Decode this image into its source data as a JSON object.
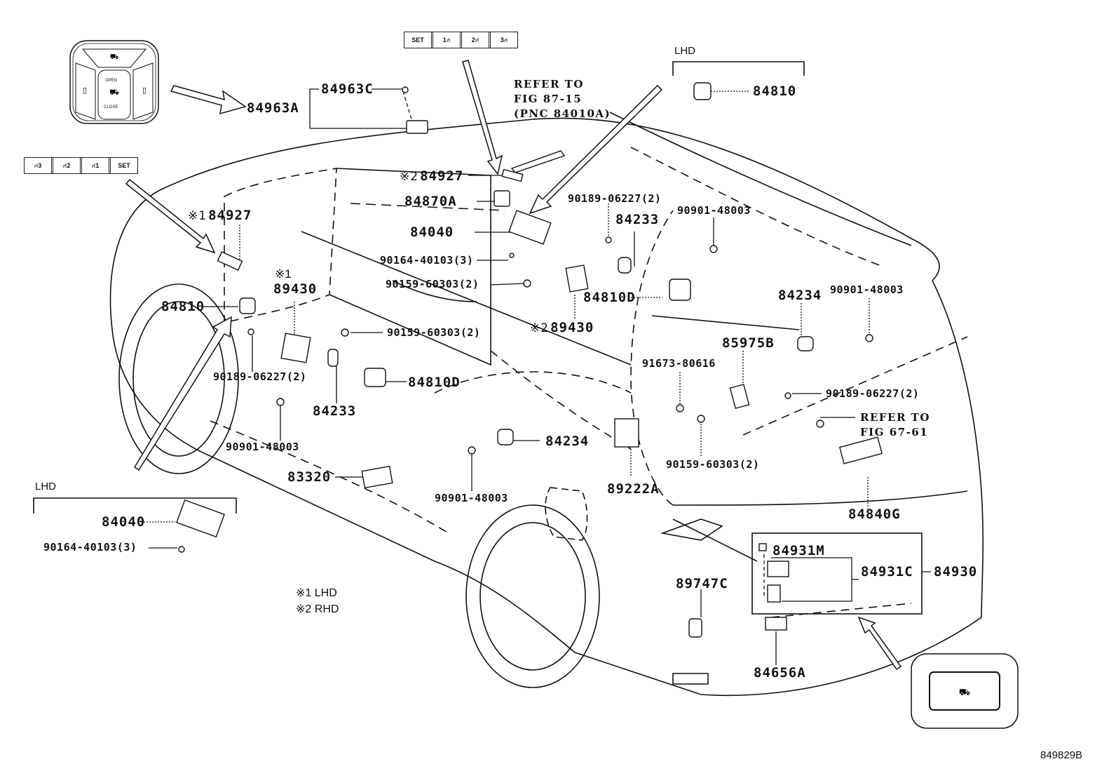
{
  "figure_id": "849829B",
  "footnotes": [
    {
      "mark": "※1",
      "text": "LHD"
    },
    {
      "mark": "※2",
      "text": "RHD"
    }
  ],
  "lhd_labels": {
    "top": "LHD",
    "bottom": "LHD"
  },
  "button_rows": {
    "left": [
      "3",
      "2",
      "1",
      "SET"
    ],
    "top": [
      "SET",
      "1",
      "2",
      "3"
    ]
  },
  "remote_switch": {
    "open": "OPEN",
    "close": "CLOSE"
  },
  "refers": {
    "fig87": "REFER TO\nFIG 87-15\n(PNC 84010A)",
    "fig67": "REFER TO\nFIG 67-61"
  },
  "parts": {
    "p84963C": "84963C",
    "p84963A": "84963A",
    "p84810_lhd": "84810",
    "p84927_rhd": "84927",
    "p84870A": "84870A",
    "p84040": "84040",
    "p90164_a": "90164-40103(3)",
    "p90159_a": "90159-60303(2)",
    "p84927_lhd": "84927",
    "p89430_lhd": "89430",
    "p84810": "84810",
    "p90159_b": "90159-60303(2)",
    "p90189_a": "90189-06227(2)",
    "p84810D_a": "84810D",
    "p84233_a": "84233",
    "p90901_a": "90901-48003",
    "p90189_b": "90189-06227(2)",
    "p84233_b": "84233",
    "p90901_b": "90901-48003",
    "p84810D_b": "84810D",
    "p89430_rhd": "89430",
    "p84234_a": "84234",
    "p90901_c": "90901-48003",
    "p85975B": "85975B",
    "p91673": "91673-80616",
    "p90189_c": "90189-06227(2)",
    "p84234_b": "84234",
    "p83320": "83320",
    "p90901_d": "90901-48003",
    "p89222A": "89222A",
    "p90159_c": "90159-60303(2)",
    "p84840G": "84840G",
    "p84040_lhd": "84040",
    "p90164_lhd": "90164-40103(3)",
    "p84931M": "84931M",
    "p84931C": "84931C",
    "p84930": "84930",
    "p89747C": "89747C",
    "p84656A": "84656A"
  }
}
